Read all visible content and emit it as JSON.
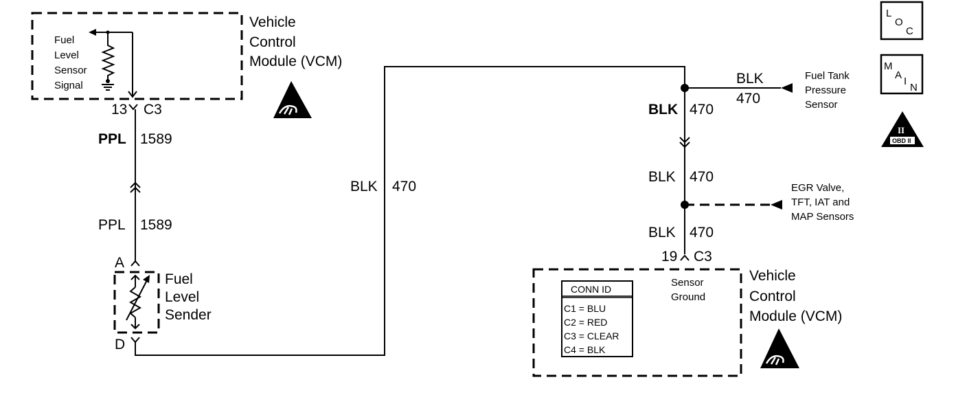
{
  "vcm_top": {
    "title_lines": [
      "Vehicle",
      "Control",
      "Module (VCM)"
    ],
    "signal_label_lines": [
      "Fuel",
      "Level",
      "Sensor",
      "Signal"
    ],
    "pin": "13",
    "connector": "C3"
  },
  "left_circuit": {
    "upper_color": "PPL",
    "upper_number": "1589",
    "lower_color": "PPL",
    "lower_number": "1589"
  },
  "sender": {
    "pin_top": "A",
    "pin_bottom": "D",
    "label_lines": [
      "Fuel",
      "Level",
      "Sender"
    ]
  },
  "ground_circuit": {
    "middle_color": "BLK",
    "middle_number": "470"
  },
  "right_circuit": {
    "tank_color": "BLK",
    "tank_number": "470",
    "tank_sensor_lines": [
      "Fuel Tank",
      "Pressure",
      "Sensor"
    ],
    "seg1_color": "BLK",
    "seg1_number": "470",
    "seg2_color": "BLK",
    "seg2_number": "470",
    "egr_lines": [
      "EGR Valve,",
      "TFT, IAT and",
      "MAP Sensors"
    ],
    "seg3_color": "BLK",
    "seg3_number": "470",
    "pin": "19",
    "connector": "C3"
  },
  "vcm_bottom": {
    "title_lines": [
      "Vehicle",
      "Control",
      "Module (VCM)"
    ],
    "sensor_ground_lines": [
      "Sensor",
      "Ground"
    ],
    "conn_id": {
      "header": "CONN ID",
      "rows": [
        "C1 = BLU",
        "C2 = RED",
        "C3 = CLEAR",
        "C4 = BLK"
      ]
    }
  },
  "icons": {
    "loc": {
      "l": "L",
      "o": "O",
      "c": "C"
    },
    "main": {
      "m": "M",
      "a": "A",
      "i": "I",
      "n": "N"
    },
    "obd": {
      "numeral": "II",
      "label": "OBD II"
    }
  }
}
